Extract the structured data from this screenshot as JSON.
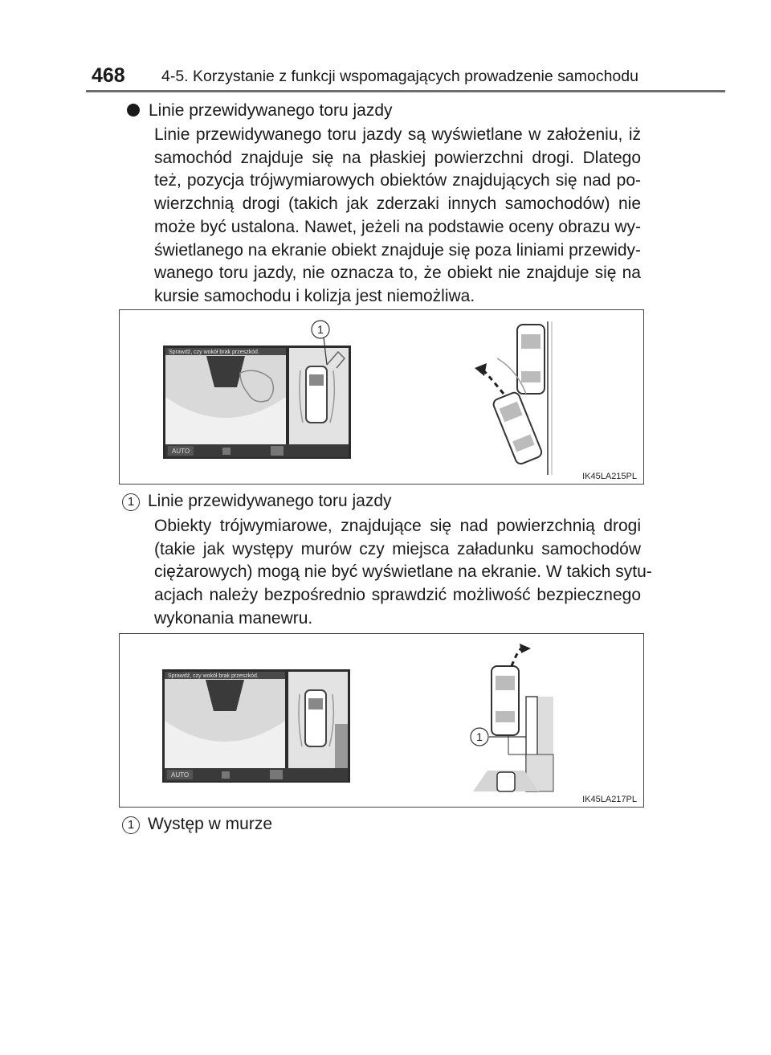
{
  "header": {
    "page_number": "468",
    "title": "4-5. Korzystanie z funkcji wspomagających prowadzenie samochodu"
  },
  "section": {
    "bullet_heading": "Linie przewidywanego toru jazdy",
    "paragraph_lines": [
      "Linie przewidywanego toru jazdy są wyświetlane w założeniu, iż",
      "samochód znajduje się na płaskiej powierzchni drogi. Dlatego",
      "też, pozycja trójwymiarowych obiektów znajdujących się nad po-",
      "wierzchnią drogi (takich jak zderzaki innych samochodów) nie",
      "może być ustalona. Nawet, jeżeli na podstawie oceny obrazu wy-",
      "świetlanego na ekranie obiekt znajduje się poza liniami przewidy-",
      "wanego toru jazdy, nie oznacza to, że obiekt nie znajduje się na",
      "kursie samochodu i kolizja jest niemożliwa."
    ]
  },
  "figure1": {
    "code": "IK45LA215PL",
    "callout_number": "1",
    "screen_banner": "Sprawdź, czy wokół brak przeszkód.",
    "screen_button_auto": "AUTO"
  },
  "callout1": {
    "number": "1",
    "label": "Linie przewidywanego toru jazdy",
    "description_lines": [
      "Obiekty trójwymiarowe, znajdujące się nad powierzchnią drogi",
      "(takie jak występy murów czy miejsca załadunku samochodów",
      "ciężarowych) mogą nie być wyświetlane na ekranie. W takich sytu-",
      "acjach należy bezpośrednio sprawdzić możliwość bezpiecznego",
      "wykonania manewru."
    ]
  },
  "figure2": {
    "code": "IK45LA217PL",
    "callout_number": "1",
    "screen_banner": "Sprawdź, czy wokół brak przeszkód.",
    "screen_button_auto": "AUTO"
  },
  "callout2": {
    "number": "1",
    "label": "Występ w murze"
  },
  "colors": {
    "text": "#1a1a1a",
    "rule": "#6d6d6d",
    "screen_dark": "#2b2b2b",
    "screen_light": "#e3e3e3"
  }
}
